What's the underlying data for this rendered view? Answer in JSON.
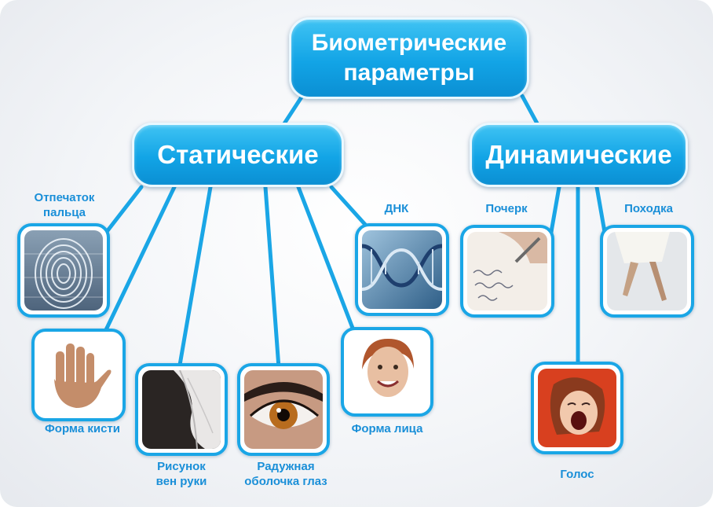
{
  "root": {
    "line1": "Биометрические",
    "line2": "параметры"
  },
  "static": {
    "label": "Статические"
  },
  "dynamic": {
    "label": "Динамические"
  },
  "static_items": {
    "fingerprint": {
      "line1": "Отпечаток",
      "line2": "пальца",
      "icon": "fingerprint-icon"
    },
    "hand": {
      "label": "Форма кисти",
      "icon": "hand-icon"
    },
    "veins": {
      "line1": "Рисунок",
      "line2": "вен руки",
      "icon": "vein-pattern-icon"
    },
    "iris": {
      "line1": "Радужная",
      "line2": "оболочка глаз",
      "icon": "eye-icon"
    },
    "face": {
      "label": "Форма лица",
      "icon": "face-icon"
    },
    "dna": {
      "label": "ДНК",
      "icon": "dna-icon"
    }
  },
  "dynamic_items": {
    "handwriting": {
      "label": "Почерк",
      "icon": "handwriting-icon"
    },
    "voice": {
      "label": "Голос",
      "icon": "voice-icon"
    },
    "gait": {
      "label": "Походка",
      "icon": "gait-icon"
    }
  },
  "colors": {
    "accent": "#12a4e6",
    "label": "#1a8fd8",
    "border": "#1aa6e6"
  }
}
